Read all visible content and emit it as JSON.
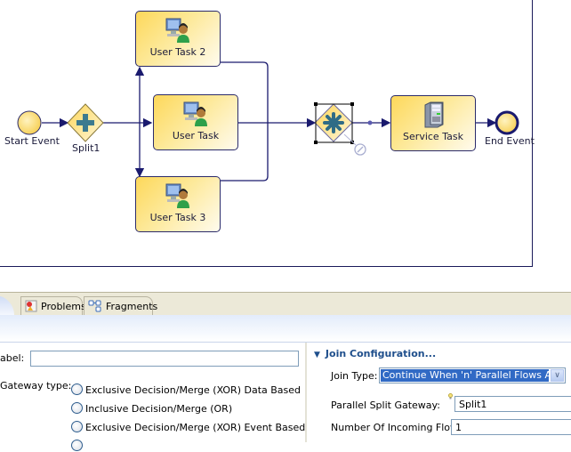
{
  "diagram": {
    "nodes": {
      "start_event": "Start Event",
      "split_gateway": "Split1",
      "user_task_2": "User Task 2",
      "user_task": "User Task",
      "user_task_3": "User Task 3",
      "service_task": "Service Task",
      "end_event": "End Event"
    },
    "selected_node": "join-gateway"
  },
  "panel": {
    "tabs": [
      {
        "label": "Problems",
        "icon": "problems-icon"
      },
      {
        "label": "Fragments",
        "icon": "fragments-icon"
      }
    ],
    "general": {
      "label_field_label": "abel:",
      "label_value": "",
      "gateway_type_label": "Gateway type:",
      "gateway_options": [
        "Exclusive Decision/Merge (XOR) Data Based",
        "Inclusive Decision/Merge (OR)",
        "Exclusive Decision/Merge (XOR) Event Based"
      ]
    },
    "join_config": {
      "section_title": "Join Configuration...",
      "join_type_label": "Join Type:",
      "join_type_value": "Continue When 'n' Parallel Flows Arrive",
      "split_gateway_label": "Parallel Split Gateway:",
      "split_gateway_value": "Split1",
      "incoming_flow_label": "Number Of Incoming Flow:",
      "incoming_flow_value": "1"
    }
  },
  "colors": {
    "task_fill": "#fde28a",
    "flow_line": "#1a1a6e",
    "selection_highlight": "#316ac5",
    "section_title": "#1f4f8c"
  }
}
